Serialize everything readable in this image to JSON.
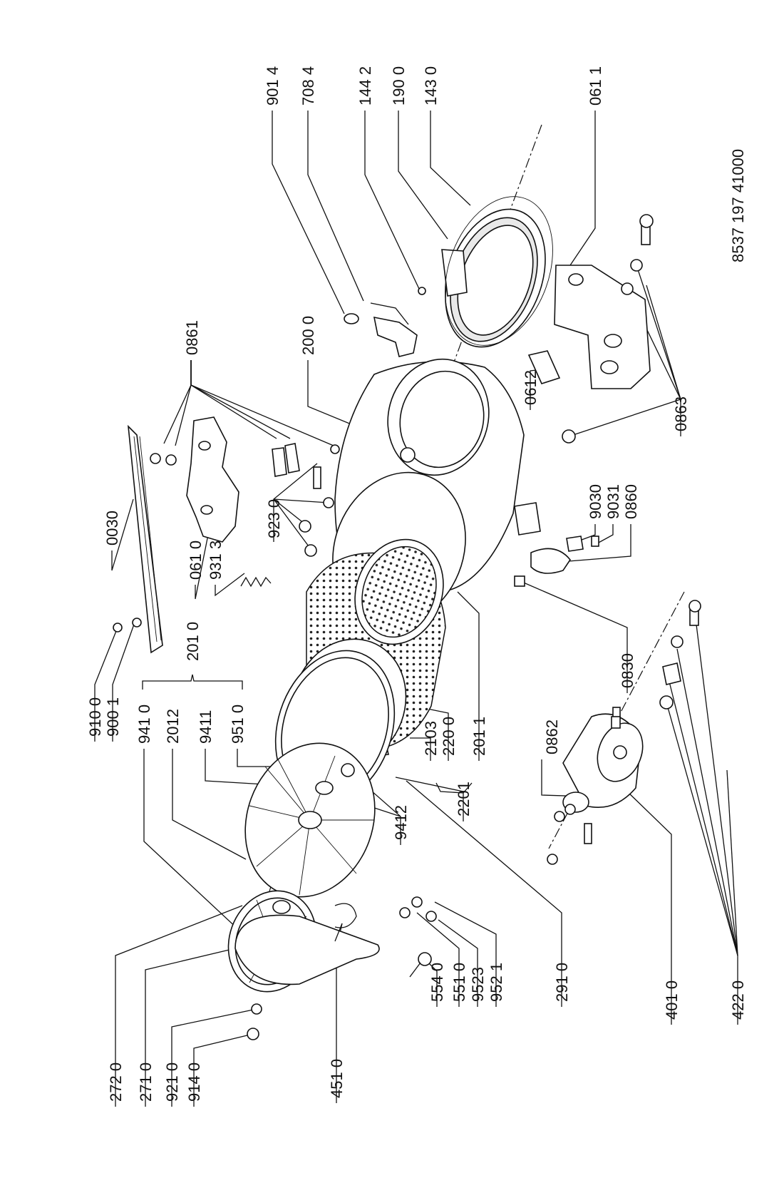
{
  "drawing_number": "8537 197 41000",
  "labels": {
    "l9014": "901 4",
    "l7084": "708 4",
    "l1442": "144 2",
    "l1900": "190 0",
    "l1430": "143 0",
    "l0611": "061 1",
    "l2000": "200 0",
    "l0861": "0861",
    "l0030": "0030",
    "l0610": "061 0",
    "l9313": "931 3",
    "l9230": "923 0",
    "l0612": "0612",
    "l0863": "0863",
    "l9030": "9030",
    "l9031": "9031",
    "l0860": "0860",
    "l0830": "0830",
    "l9100": "910 0",
    "l9001": "900 1",
    "l2010": "201 0",
    "l9410": "941 0",
    "l2012": "2012",
    "l9411": "9411",
    "l9510": "951 0",
    "l2103": "2103",
    "l2200": "220 0",
    "l2011": "201 1",
    "l2201": "2201",
    "l9412": "9412",
    "l0862": "0862",
    "l2720": "272 0",
    "l2710": "271 0",
    "l9210": "921 0",
    "l9140": "914 0",
    "l4510": "451 0",
    "l5540": "554 0",
    "l5510": "551 0",
    "l9523": "9523",
    "l9521": "952 1",
    "l2910": "291 0",
    "l4010": "401 0",
    "l4220": "422 0"
  }
}
